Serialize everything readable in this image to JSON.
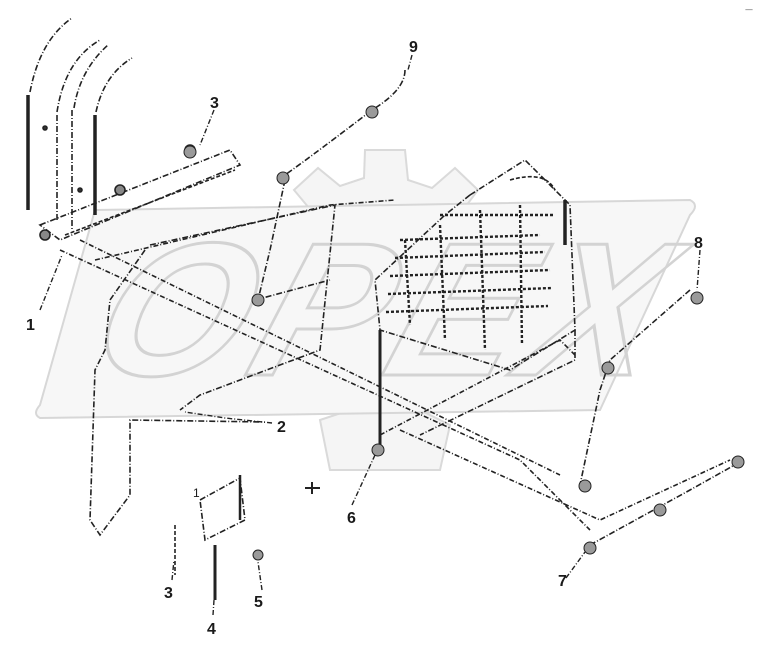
{
  "diagram": {
    "type": "exploded-parts-view",
    "watermark": "OPEX",
    "corner_mark": "—",
    "callouts": [
      {
        "id": "callout-1-left",
        "label": "1"
      },
      {
        "id": "callout-2",
        "label": "2"
      },
      {
        "id": "callout-3-top",
        "label": "3"
      },
      {
        "id": "callout-9-top",
        "label": "9"
      },
      {
        "id": "callout-8",
        "label": "8"
      },
      {
        "id": "callout-6",
        "label": "6"
      },
      {
        "id": "callout-7",
        "label": "7"
      },
      {
        "id": "callout-3-bottom",
        "label": "3"
      },
      {
        "id": "callout-4",
        "label": "4"
      },
      {
        "id": "callout-5",
        "label": "5"
      },
      {
        "id": "callout-1-small",
        "label": "1"
      }
    ]
  }
}
